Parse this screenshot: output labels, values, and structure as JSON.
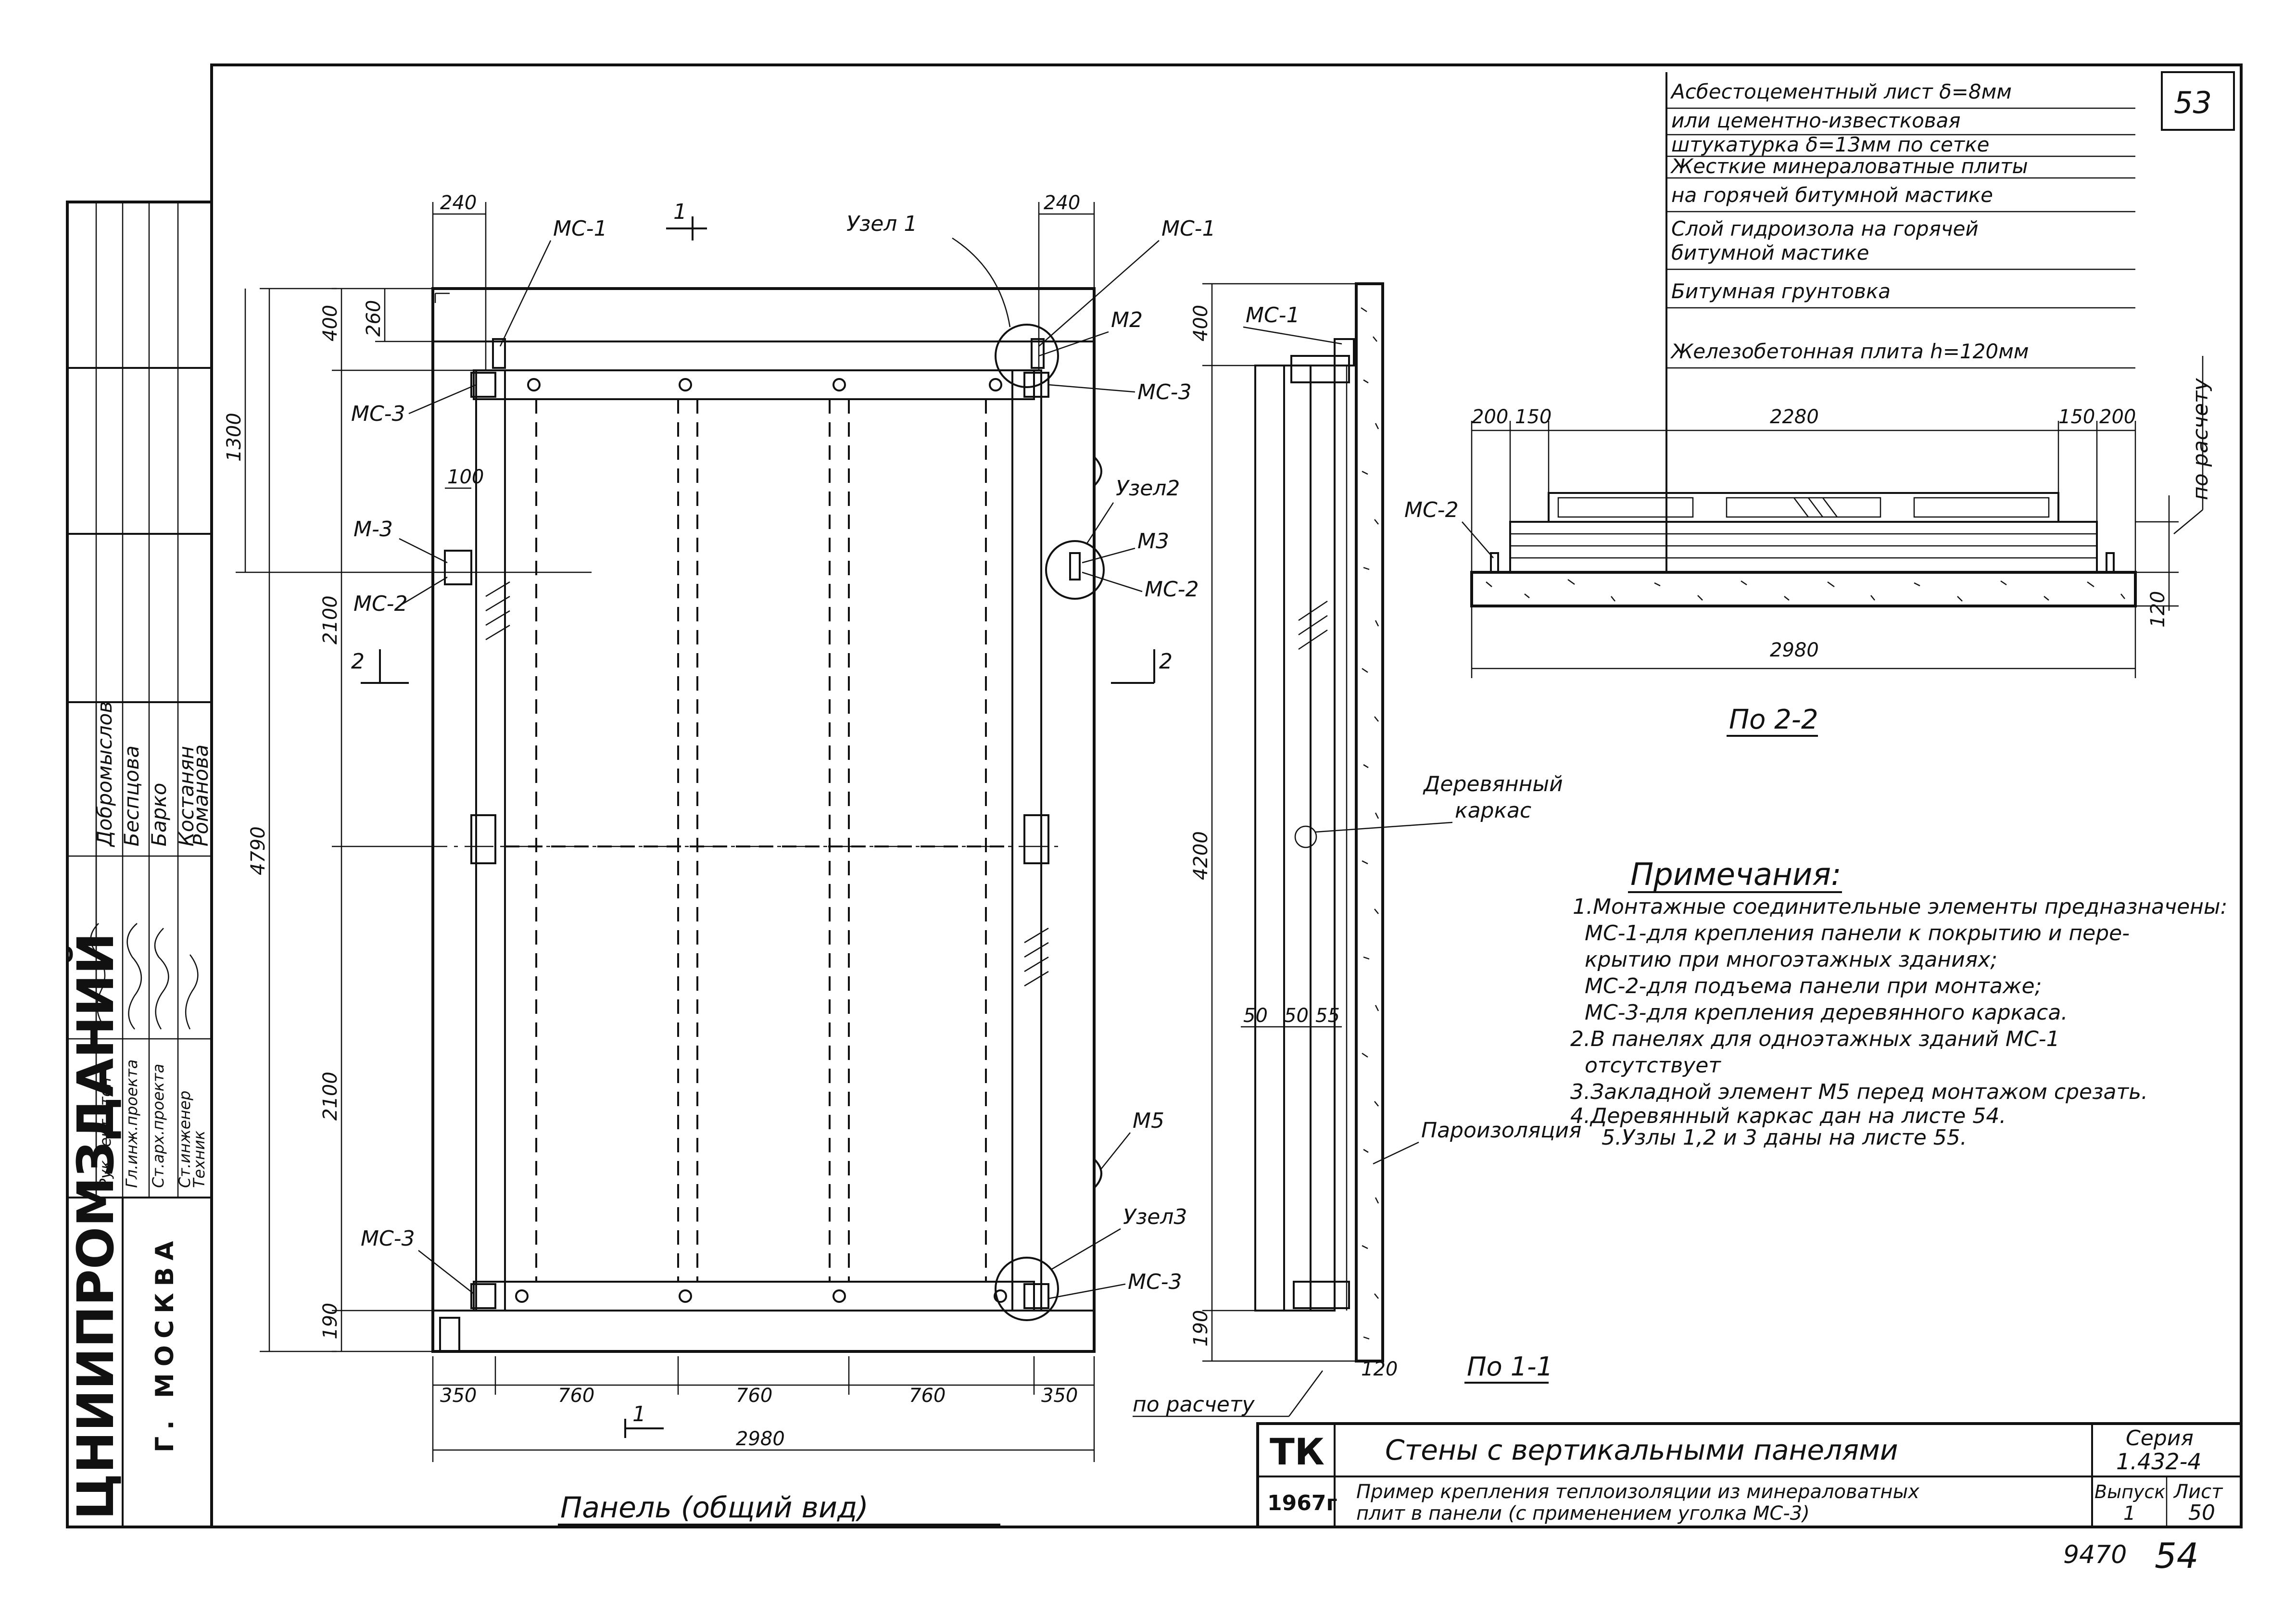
{
  "sheet": {
    "page_no": "53",
    "bottom_ref": "9470",
    "bottom_page": "54"
  },
  "org": {
    "name": "ЦНИИПРОМЗДАНИЙ",
    "city": "Г. МОСКВА"
  },
  "signatures": [
    {
      "role": "Рук.сект.стен",
      "name": "Добромыслов"
    },
    {
      "role": "Гл.инж.проекта",
      "name": "Беспцова"
    },
    {
      "role": "Ст.арх.проекта",
      "name": "Барко"
    },
    {
      "role": "Ст.инженер",
      "name": "Костанян"
    },
    {
      "role": "Техник",
      "name": "Романова"
    }
  ],
  "panel_view": {
    "caption": "Панель (общий вид)",
    "labels": {
      "mc1_left": "МС-1",
      "mc1_right": "МС-1",
      "mc3_top_left": "МС-3",
      "mc3_top_right": "МС-3",
      "mc3_bottom_left": "МС-3",
      "mc3_bottom_right": "МС-3",
      "m3_left": "М-3",
      "m3_right": "М3",
      "mc2_left": "МС-2",
      "mc2_right": "МС-2",
      "m2": "М2",
      "m5": "М5",
      "node1": "Узел 1",
      "node2": "Узел2",
      "node3": "Узел3",
      "sec1_top": "1",
      "sec1_bottom": "1",
      "sec2_left": "2",
      "sec2_right": "2"
    },
    "dims": {
      "top_left_240": "240",
      "top_right_240": "240",
      "d260": "260",
      "d400_left": "400",
      "d1300": "1300",
      "d100": "100",
      "d2100_upper": "2100",
      "d4790": "4790",
      "d2100_lower": "2100",
      "d190_left": "190",
      "b350_left": "350",
      "b760_1": "760",
      "b760_2": "760",
      "b760_3": "760",
      "b350_right": "350",
      "b2980": "2980"
    }
  },
  "section_1_1": {
    "caption": "По 1-1",
    "labels": {
      "mc1": "МС-1",
      "wood_frame_1": "Деревянный",
      "wood_frame_2": "каркас",
      "vapor": "Пароизоляция",
      "by_calc": "по расчету"
    },
    "dims": {
      "d400": "400",
      "d4200": "4200",
      "d190": "190",
      "d120": "120",
      "d50a": "50",
      "d50b": "50",
      "d55": "55"
    }
  },
  "section_2_2": {
    "caption": "По 2-2",
    "labels": {
      "mc2": "МС-2",
      "by_calc": "по расчету"
    },
    "dims": {
      "d200_left": "200",
      "d150_left": "150",
      "d2280": "2280",
      "d150_right": "150",
      "d200_right": "200",
      "d2980": "2980",
      "d120": "120"
    }
  },
  "layers": [
    "Асбестоцементный лист δ=8мм",
    "или цементно-известковая",
    "штукатурка δ=13мм по сетке",
    "Жесткие минераловатные плиты",
    "на горячей битумной мастике",
    "Слой гидроизола на горячей",
    "битумной мастике",
    "Битумная грунтовка",
    "Железобетонная плита h=120мм"
  ],
  "notes": {
    "heading": "Примечания:",
    "lines": [
      "1.Монтажные соединительные элементы предназначены:",
      "МС-1-для крепления панели к покрытию и пере-",
      "крытию при многоэтажных зданиях;",
      "МС-2-для подъема панели при монтаже;",
      "МС-3-для крепления деревянного каркаса.",
      "2.В панелях для одноэтажных зданий МС-1",
      "отсутствует",
      "3.Закладной элемент М5 перед монтажом срезать.",
      "4.Деревянный каркас дан на листе 54.",
      "5.Узлы 1,2 и 3 даны на листе 55."
    ]
  },
  "title_block": {
    "code": "ТК",
    "year": "1967г",
    "title": "Стены с вертикальными панелями",
    "subtitle_1": "Пример крепления теплоизоляции из минераловатных",
    "subtitle_2": "плит в панели (с применением уголка МС-3)",
    "series_label": "Серия",
    "series_value": "1.432-4",
    "issue_label": "Выпуск",
    "issue_value": "1",
    "sheet_label": "Лист",
    "sheet_value": "50"
  }
}
